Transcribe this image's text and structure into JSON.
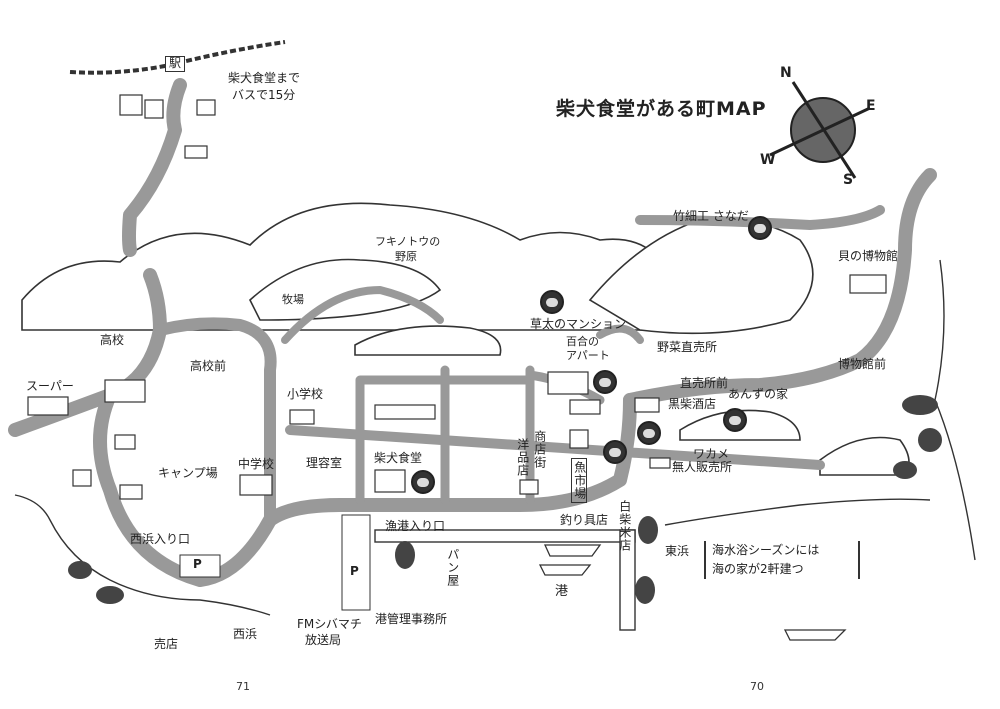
{
  "title": "柴犬食堂がある町MAP",
  "compass": {
    "n": "N",
    "e": "E",
    "s": "S",
    "w": "W"
  },
  "page_numbers": {
    "left": "71",
    "right": "70"
  },
  "labels": {
    "station": "駅",
    "bus_note_1": "柴犬食堂まで",
    "bus_note_2": "バスで15分",
    "fukinoto_1": "フキノトウの",
    "fukinoto_2": "野原",
    "ranch": "牧場",
    "takezaiku": "竹細工 さなだ",
    "shell_museum": "貝の博物館",
    "museum_stop": "博物館前",
    "high_school": "高校",
    "high_school_stop": "高校前",
    "supermarket": "スーパー",
    "elementary": "小学校",
    "junior_high": "中学校",
    "camp": "キャンプ場",
    "souta": "草太のマンション",
    "yuriai_1": "百合の",
    "yuriai_2": "アパート",
    "veg_stand": "野菜直売所",
    "veg_stop": "直売所前",
    "kurosaka": "黒柴酒店",
    "anzu": "あんずの家",
    "wakame": "ワカメ",
    "unmanned": "無人販売所",
    "barber": "理容室",
    "shiba": "柴犬食堂",
    "yoshoku_1": "洋品店",
    "shotengai": "商店街",
    "ichiba": "魚市場",
    "fishing": "釣り具店",
    "rice": "白柴米店",
    "harbor_gate": "漁港入り口",
    "bakery": "パン屋",
    "port": "港",
    "harbor_office": "港管理事務所",
    "fm": "FMシバマチ",
    "fm2": "放送局",
    "nishihama_gate": "西浜入り口",
    "nishihama": "西浜",
    "kiosk": "売店",
    "higashihama": "東浜",
    "beach_note_1": "海水浴シーズンには",
    "beach_note_2": "海の家が2軒建つ",
    "parking": "P"
  }
}
